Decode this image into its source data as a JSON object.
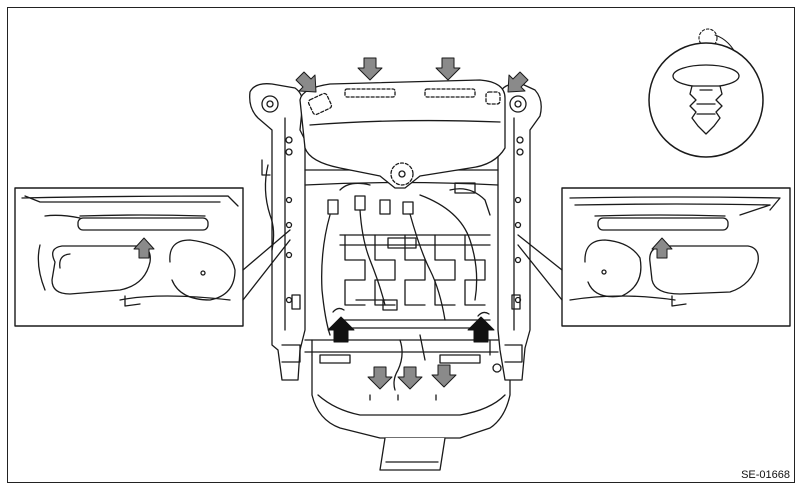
{
  "figure": {
    "code": "SE-01668",
    "colors": {
      "line": "#1a1a1a",
      "arrow_gray": "#8a8a8a",
      "arrow_black": "#111111",
      "fill_white": "#ffffff"
    },
    "callouts": {
      "left_detail": "clip-removal-detail-left",
      "right_detail": "clip-removal-detail-right",
      "clip_detail": "push-clip-detail"
    }
  }
}
